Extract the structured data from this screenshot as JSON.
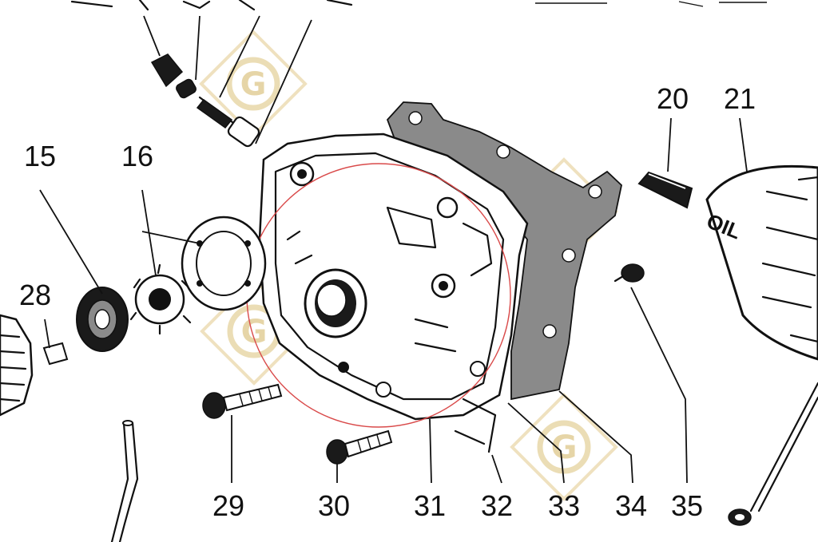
{
  "diagram": {
    "callouts": [
      {
        "id": "c15",
        "label": "15"
      },
      {
        "id": "c16",
        "label": "16"
      },
      {
        "id": "c20",
        "label": "20"
      },
      {
        "id": "c21",
        "label": "21"
      },
      {
        "id": "c28",
        "label": "28"
      },
      {
        "id": "c29",
        "label": "29"
      },
      {
        "id": "c30",
        "label": "30"
      },
      {
        "id": "c31",
        "label": "31"
      },
      {
        "id": "c32",
        "label": "32"
      },
      {
        "id": "c33",
        "label": "33"
      },
      {
        "id": "c34",
        "label": "34"
      },
      {
        "id": "c35",
        "label": "35"
      }
    ],
    "filter_text": "OIL",
    "highlight_color": "#d94a4a",
    "watermark_letter": "G",
    "watermark_color": "#e5d3a3"
  }
}
